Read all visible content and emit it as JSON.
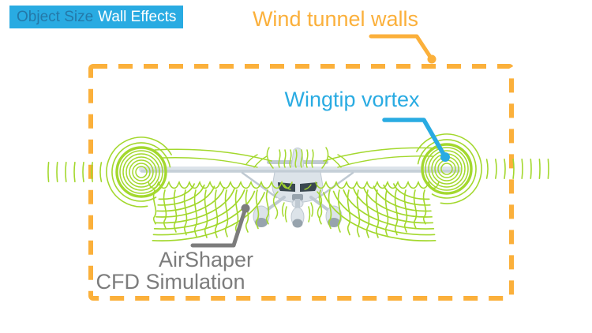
{
  "badge": {
    "items": [
      {
        "label": "Object Size",
        "state": "muted"
      },
      {
        "label": "Wall Effects",
        "state": "active"
      }
    ]
  },
  "annotations": {
    "wind_tunnel_walls": "Wind tunnel walls",
    "wingtip_vortex": "Wingtip vortex",
    "airshaper_line1": "AirShaper",
    "airshaper_line2": "CFD Simulation"
  },
  "colors": {
    "orange": "#FBB03B",
    "blue": "#29ABE2",
    "green": "#A3D82D",
    "gray": "#7C7C7C",
    "badge_bg": "#29ABE2",
    "badge_muted_text": "#2478A8",
    "badge_active_text": "#FFFFFF",
    "plane_light": "#DCE3E9",
    "plane_mid": "#BFC9D2",
    "plane_dark": "#97A3AD",
    "plane_window": "#3A474F",
    "background": "#FFFFFF"
  }
}
